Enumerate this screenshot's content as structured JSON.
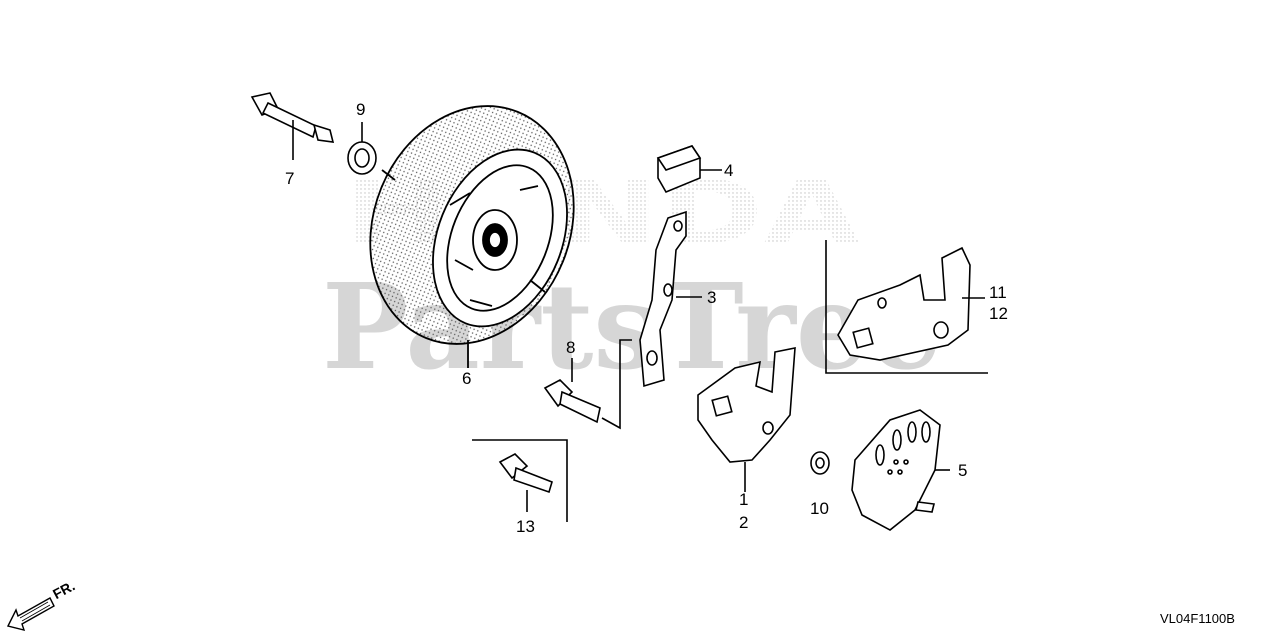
{
  "watermark": {
    "brand": "HONDA",
    "site": "PartsTree"
  },
  "callouts": {
    "c1": "1",
    "c2": "2",
    "c3": "3",
    "c4": "4",
    "c5": "5",
    "c6": "6",
    "c7": "7",
    "c8": "8",
    "c9": "9",
    "c10": "10",
    "c11": "11",
    "c12": "12",
    "c13": "13"
  },
  "direction_label": "FR.",
  "diagram_code": "VL04F1100B"
}
